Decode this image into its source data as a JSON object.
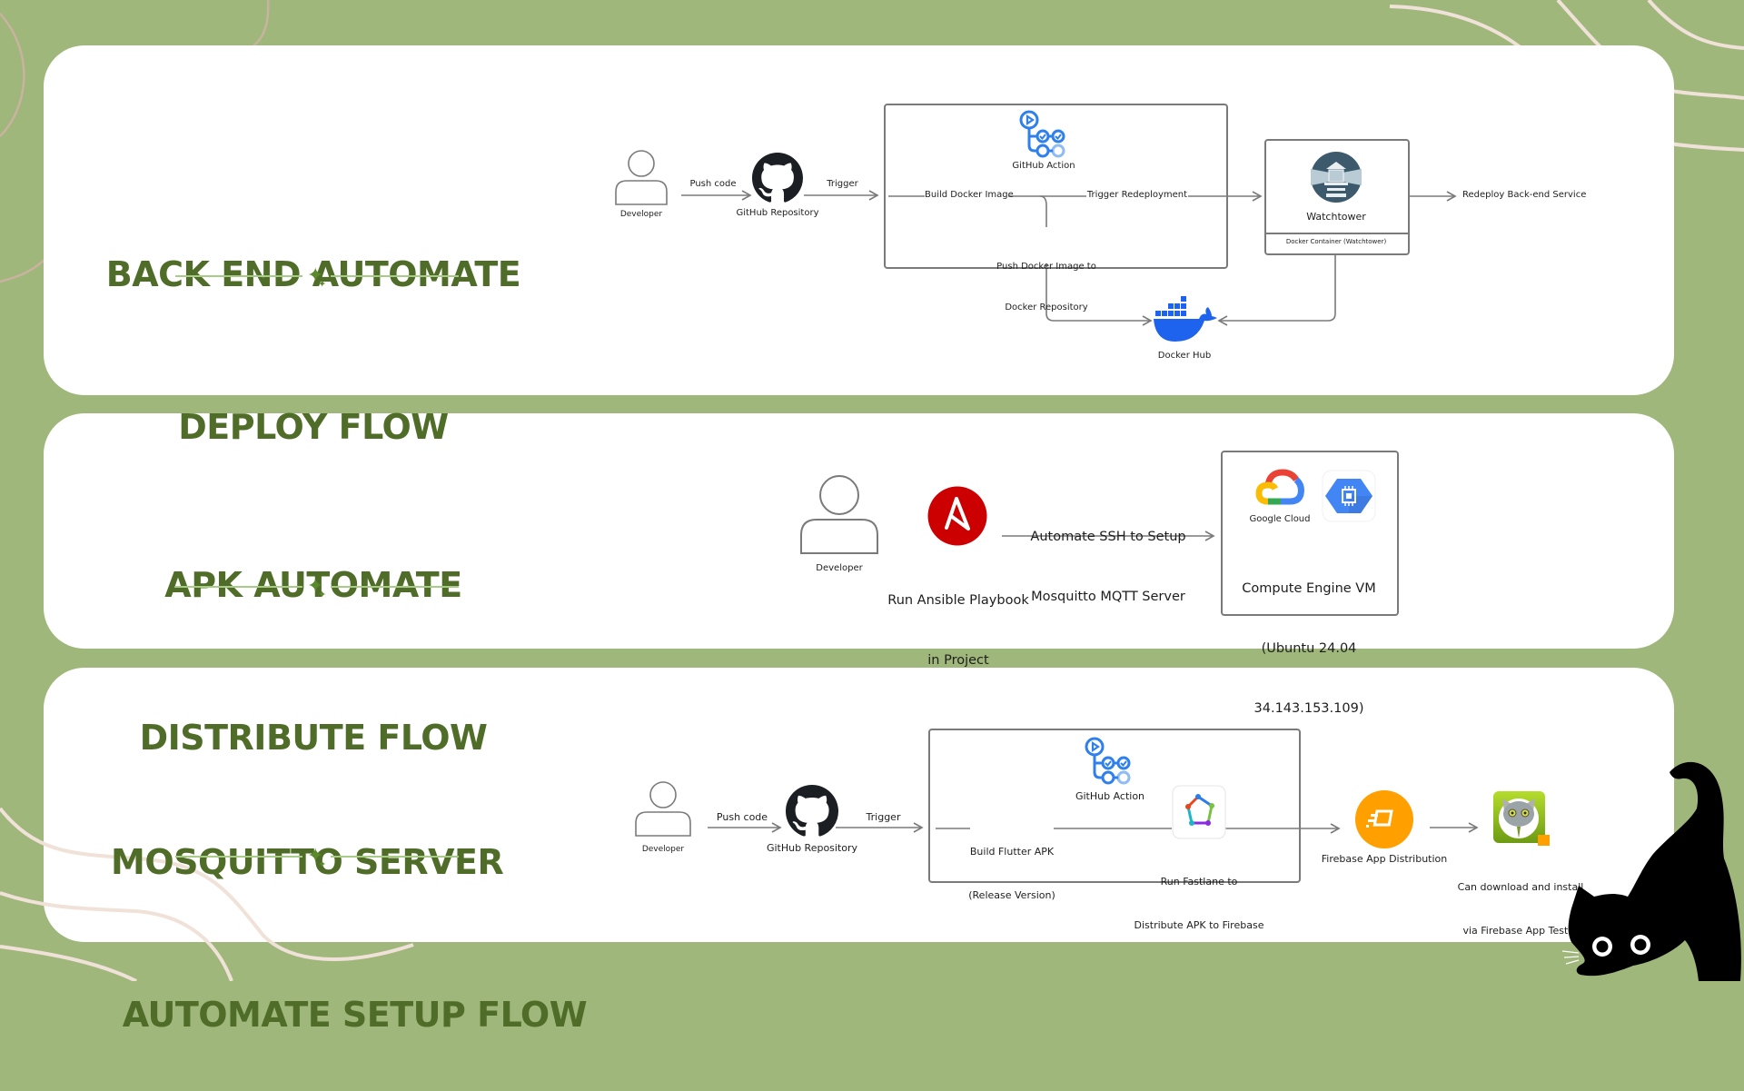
{
  "colors": {
    "background": "#9fb77b",
    "card": "#ffffff",
    "title": "#4f6d28",
    "accent_line": "#a8cc88",
    "decor_curve": "#f0e2d8",
    "decor_curve_top_left": "#c9b39f",
    "arrow": "#7a7a7a",
    "github_action_blue": "#2f80ed",
    "docker_blue": "#1d63ed",
    "watchtower": "#3d5a6c",
    "ansible_red": "#cc0000",
    "firebase_orange": "#ffa000",
    "tester_green": "#8fbc1e"
  },
  "sections": [
    {
      "title_line1": "BACK END AUTOMATE",
      "title_line2": "DEPLOY FLOW",
      "nodes": {
        "developer": "Developer",
        "push_code": "Push code",
        "github_repo": "GitHub Repository",
        "trigger": "Trigger",
        "github_action": "GitHub Action",
        "build_docker_image": "Build Docker Image",
        "trigger_redeployment": "Trigger Redeployment",
        "push_docker_line1": "Push Docker Image to",
        "push_docker_line2": "Docker Repository",
        "watchtower": "Watchtower",
        "watchtower_container": "Docker Container (Watchtower)",
        "redeploy": "Redeploy Back-end Service",
        "docker_hub": "Docker Hub"
      }
    },
    {
      "title_line1": "APK AUTOMATE",
      "title_line2": "DISTRIBUTE FLOW",
      "nodes": {
        "developer": "Developer",
        "ansible_line1": "Run Ansible Playbook",
        "ansible_line2": "in Project",
        "ssh_line1": "Automate SSH to Setup",
        "ssh_line2": "Mosquitto MQTT Server",
        "google_cloud": "Google Cloud",
        "vm_line1": "Compute Engine VM",
        "vm_line2": "(Ubuntu 24.04",
        "vm_line3": "34.143.153.109)"
      }
    },
    {
      "title_line1": "MOSQUITTO SERVER",
      "title_line2": " AUTOMATE SETUP FLOW",
      "nodes": {
        "developer": "Developer",
        "push_code": "Push code",
        "github_repo": "GitHub Repository",
        "trigger": "Trigger",
        "github_action": "GitHub Action",
        "build_line1": "Build Flutter APK",
        "build_line2": "(Release Version)",
        "fastlane_line1": "Run Fastlane to",
        "fastlane_line2": "Distribute APK to Firebase",
        "firebase": "Firebase App Distribution",
        "tester_line1": "Can download and install",
        "tester_line2": "via Firebase App Tester"
      }
    }
  ]
}
